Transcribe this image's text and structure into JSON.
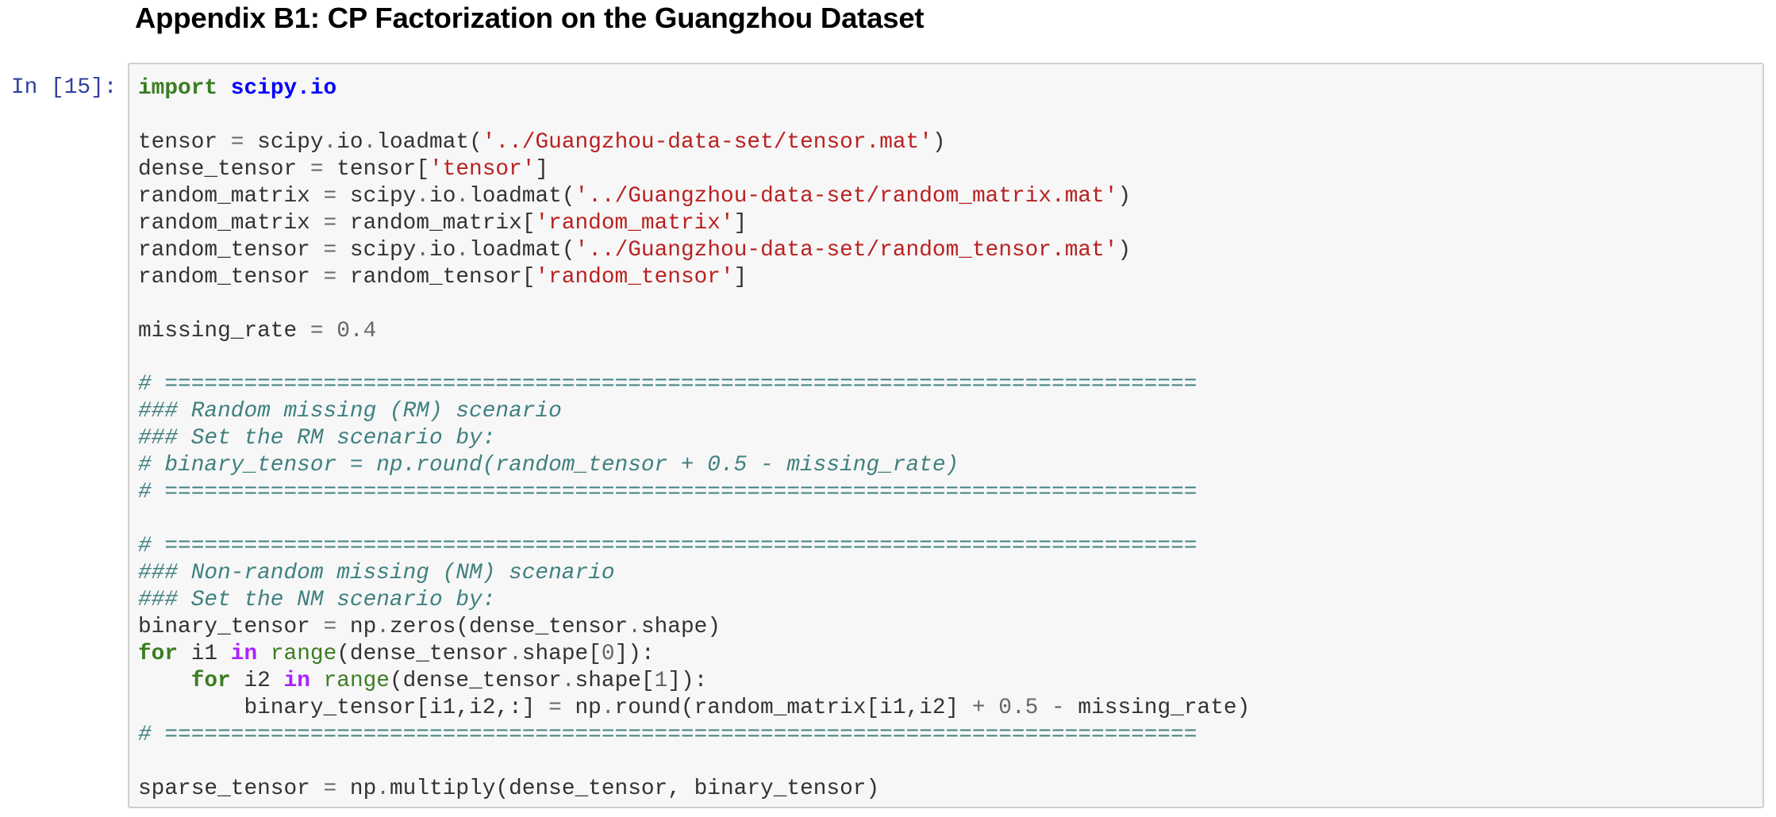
{
  "heading": {
    "title": "Appendix B1: CP Factorization on the Guangzhou Dataset"
  },
  "cell": {
    "prompt": "In [15]:",
    "execution_count": 15,
    "colors": {
      "keyword": "#3b7d22",
      "namespace": "#0000ff",
      "operator_word": "#aa22ff",
      "builtin": "#3b7d22",
      "string": "#ba2121",
      "number": "#666666",
      "operator": "#666666",
      "comment": "#408080",
      "text": "#333333",
      "prompt": "#303f9f",
      "cell_bg": "#f7f7f7",
      "cell_border": "#cfcfcf"
    },
    "lines": [
      [
        [
          "kw",
          "import"
        ],
        [
          "t",
          " "
        ],
        [
          "ns",
          "scipy.io"
        ]
      ],
      [],
      [
        [
          "t",
          "tensor "
        ],
        [
          "o",
          "="
        ],
        [
          "t",
          " scipy"
        ],
        [
          "o",
          "."
        ],
        [
          "t",
          "io"
        ],
        [
          "o",
          "."
        ],
        [
          "t",
          "loadmat("
        ],
        [
          "s",
          "'../Guangzhou-data-set/tensor.mat'"
        ],
        [
          "t",
          ")"
        ]
      ],
      [
        [
          "t",
          "dense_tensor "
        ],
        [
          "o",
          "="
        ],
        [
          "t",
          " tensor["
        ],
        [
          "s",
          "'tensor'"
        ],
        [
          "t",
          "]"
        ]
      ],
      [
        [
          "t",
          "random_matrix "
        ],
        [
          "o",
          "="
        ],
        [
          "t",
          " scipy"
        ],
        [
          "o",
          "."
        ],
        [
          "t",
          "io"
        ],
        [
          "o",
          "."
        ],
        [
          "t",
          "loadmat("
        ],
        [
          "s",
          "'../Guangzhou-data-set/random_matrix.mat'"
        ],
        [
          "t",
          ")"
        ]
      ],
      [
        [
          "t",
          "random_matrix "
        ],
        [
          "o",
          "="
        ],
        [
          "t",
          " random_matrix["
        ],
        [
          "s",
          "'random_matrix'"
        ],
        [
          "t",
          "]"
        ]
      ],
      [
        [
          "t",
          "random_tensor "
        ],
        [
          "o",
          "="
        ],
        [
          "t",
          " scipy"
        ],
        [
          "o",
          "."
        ],
        [
          "t",
          "io"
        ],
        [
          "o",
          "."
        ],
        [
          "t",
          "loadmat("
        ],
        [
          "s",
          "'../Guangzhou-data-set/random_tensor.mat'"
        ],
        [
          "t",
          ")"
        ]
      ],
      [
        [
          "t",
          "random_tensor "
        ],
        [
          "o",
          "="
        ],
        [
          "t",
          " random_tensor["
        ],
        [
          "s",
          "'random_tensor'"
        ],
        [
          "t",
          "]"
        ]
      ],
      [],
      [
        [
          "t",
          "missing_rate "
        ],
        [
          "o",
          "="
        ],
        [
          "t",
          " "
        ],
        [
          "n",
          "0.4"
        ]
      ],
      [],
      [
        [
          "c",
          "# =============================================================================="
        ]
      ],
      [
        [
          "c",
          "### Random missing (RM) scenario"
        ]
      ],
      [
        [
          "c",
          "### Set the RM scenario by:"
        ]
      ],
      [
        [
          "c",
          "# binary_tensor = np.round(random_tensor + 0.5 - missing_rate)"
        ]
      ],
      [
        [
          "c",
          "# =============================================================================="
        ]
      ],
      [],
      [
        [
          "c",
          "# =============================================================================="
        ]
      ],
      [
        [
          "c",
          "### Non-random missing (NM) scenario"
        ]
      ],
      [
        [
          "c",
          "### Set the NM scenario by:"
        ]
      ],
      [
        [
          "t",
          "binary_tensor "
        ],
        [
          "o",
          "="
        ],
        [
          "t",
          " np"
        ],
        [
          "o",
          "."
        ],
        [
          "t",
          "zeros(dense_tensor"
        ],
        [
          "o",
          "."
        ],
        [
          "t",
          "shape)"
        ]
      ],
      [
        [
          "kw",
          "for"
        ],
        [
          "t",
          " i1 "
        ],
        [
          "in",
          "in"
        ],
        [
          "t",
          " "
        ],
        [
          "bi",
          "range"
        ],
        [
          "t",
          "(dense_tensor"
        ],
        [
          "o",
          "."
        ],
        [
          "t",
          "shape["
        ],
        [
          "n",
          "0"
        ],
        [
          "t",
          "]):"
        ]
      ],
      [
        [
          "t",
          "    "
        ],
        [
          "kw",
          "for"
        ],
        [
          "t",
          " i2 "
        ],
        [
          "in",
          "in"
        ],
        [
          "t",
          " "
        ],
        [
          "bi",
          "range"
        ],
        [
          "t",
          "(dense_tensor"
        ],
        [
          "o",
          "."
        ],
        [
          "t",
          "shape["
        ],
        [
          "n",
          "1"
        ],
        [
          "t",
          "]):"
        ]
      ],
      [
        [
          "t",
          "        binary_tensor[i1,i2,:] "
        ],
        [
          "o",
          "="
        ],
        [
          "t",
          " np"
        ],
        [
          "o",
          "."
        ],
        [
          "t",
          "round(random_matrix[i1,i2] "
        ],
        [
          "o",
          "+"
        ],
        [
          "t",
          " "
        ],
        [
          "n",
          "0.5"
        ],
        [
          "t",
          " "
        ],
        [
          "o",
          "-"
        ],
        [
          "t",
          " missing_rate)"
        ]
      ],
      [
        [
          "c",
          "# =============================================================================="
        ]
      ],
      [],
      [
        [
          "t",
          "sparse_tensor "
        ],
        [
          "o",
          "="
        ],
        [
          "t",
          " np"
        ],
        [
          "o",
          "."
        ],
        [
          "t",
          "multiply(dense_tensor, binary_tensor)"
        ]
      ]
    ]
  }
}
